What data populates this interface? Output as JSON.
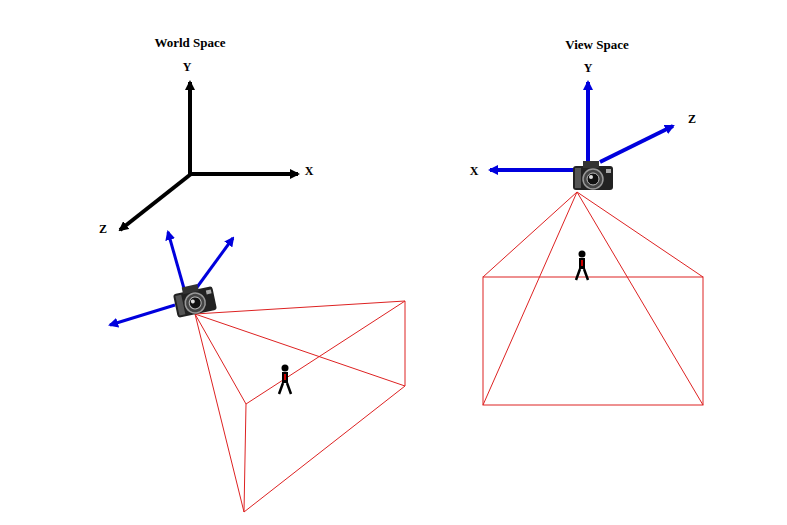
{
  "diagram": {
    "labels": [
      "World Space",
      "Y",
      "X",
      "Z",
      "View Space",
      "Y",
      "Z",
      "X"
    ]
  }
}
